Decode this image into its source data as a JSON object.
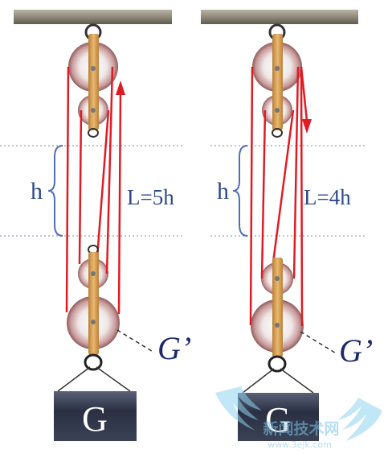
{
  "left_system": {
    "height_label": "h",
    "length_label": "L=5h",
    "weight_label": "G",
    "movable_weight_label": "G’"
  },
  "right_system": {
    "height_label": "h",
    "length_label": "L=4h",
    "weight_label": "G",
    "movable_weight_label": "G’"
  },
  "watermark": {
    "text": "新闻技术网",
    "url": "www.3ejk.com"
  },
  "colors": {
    "rope": "#e01b24",
    "beam": "#8f8a7a",
    "wood": "#d9a45a",
    "label_blue": "#2e4a8c",
    "weight_block": "#3b4256"
  }
}
